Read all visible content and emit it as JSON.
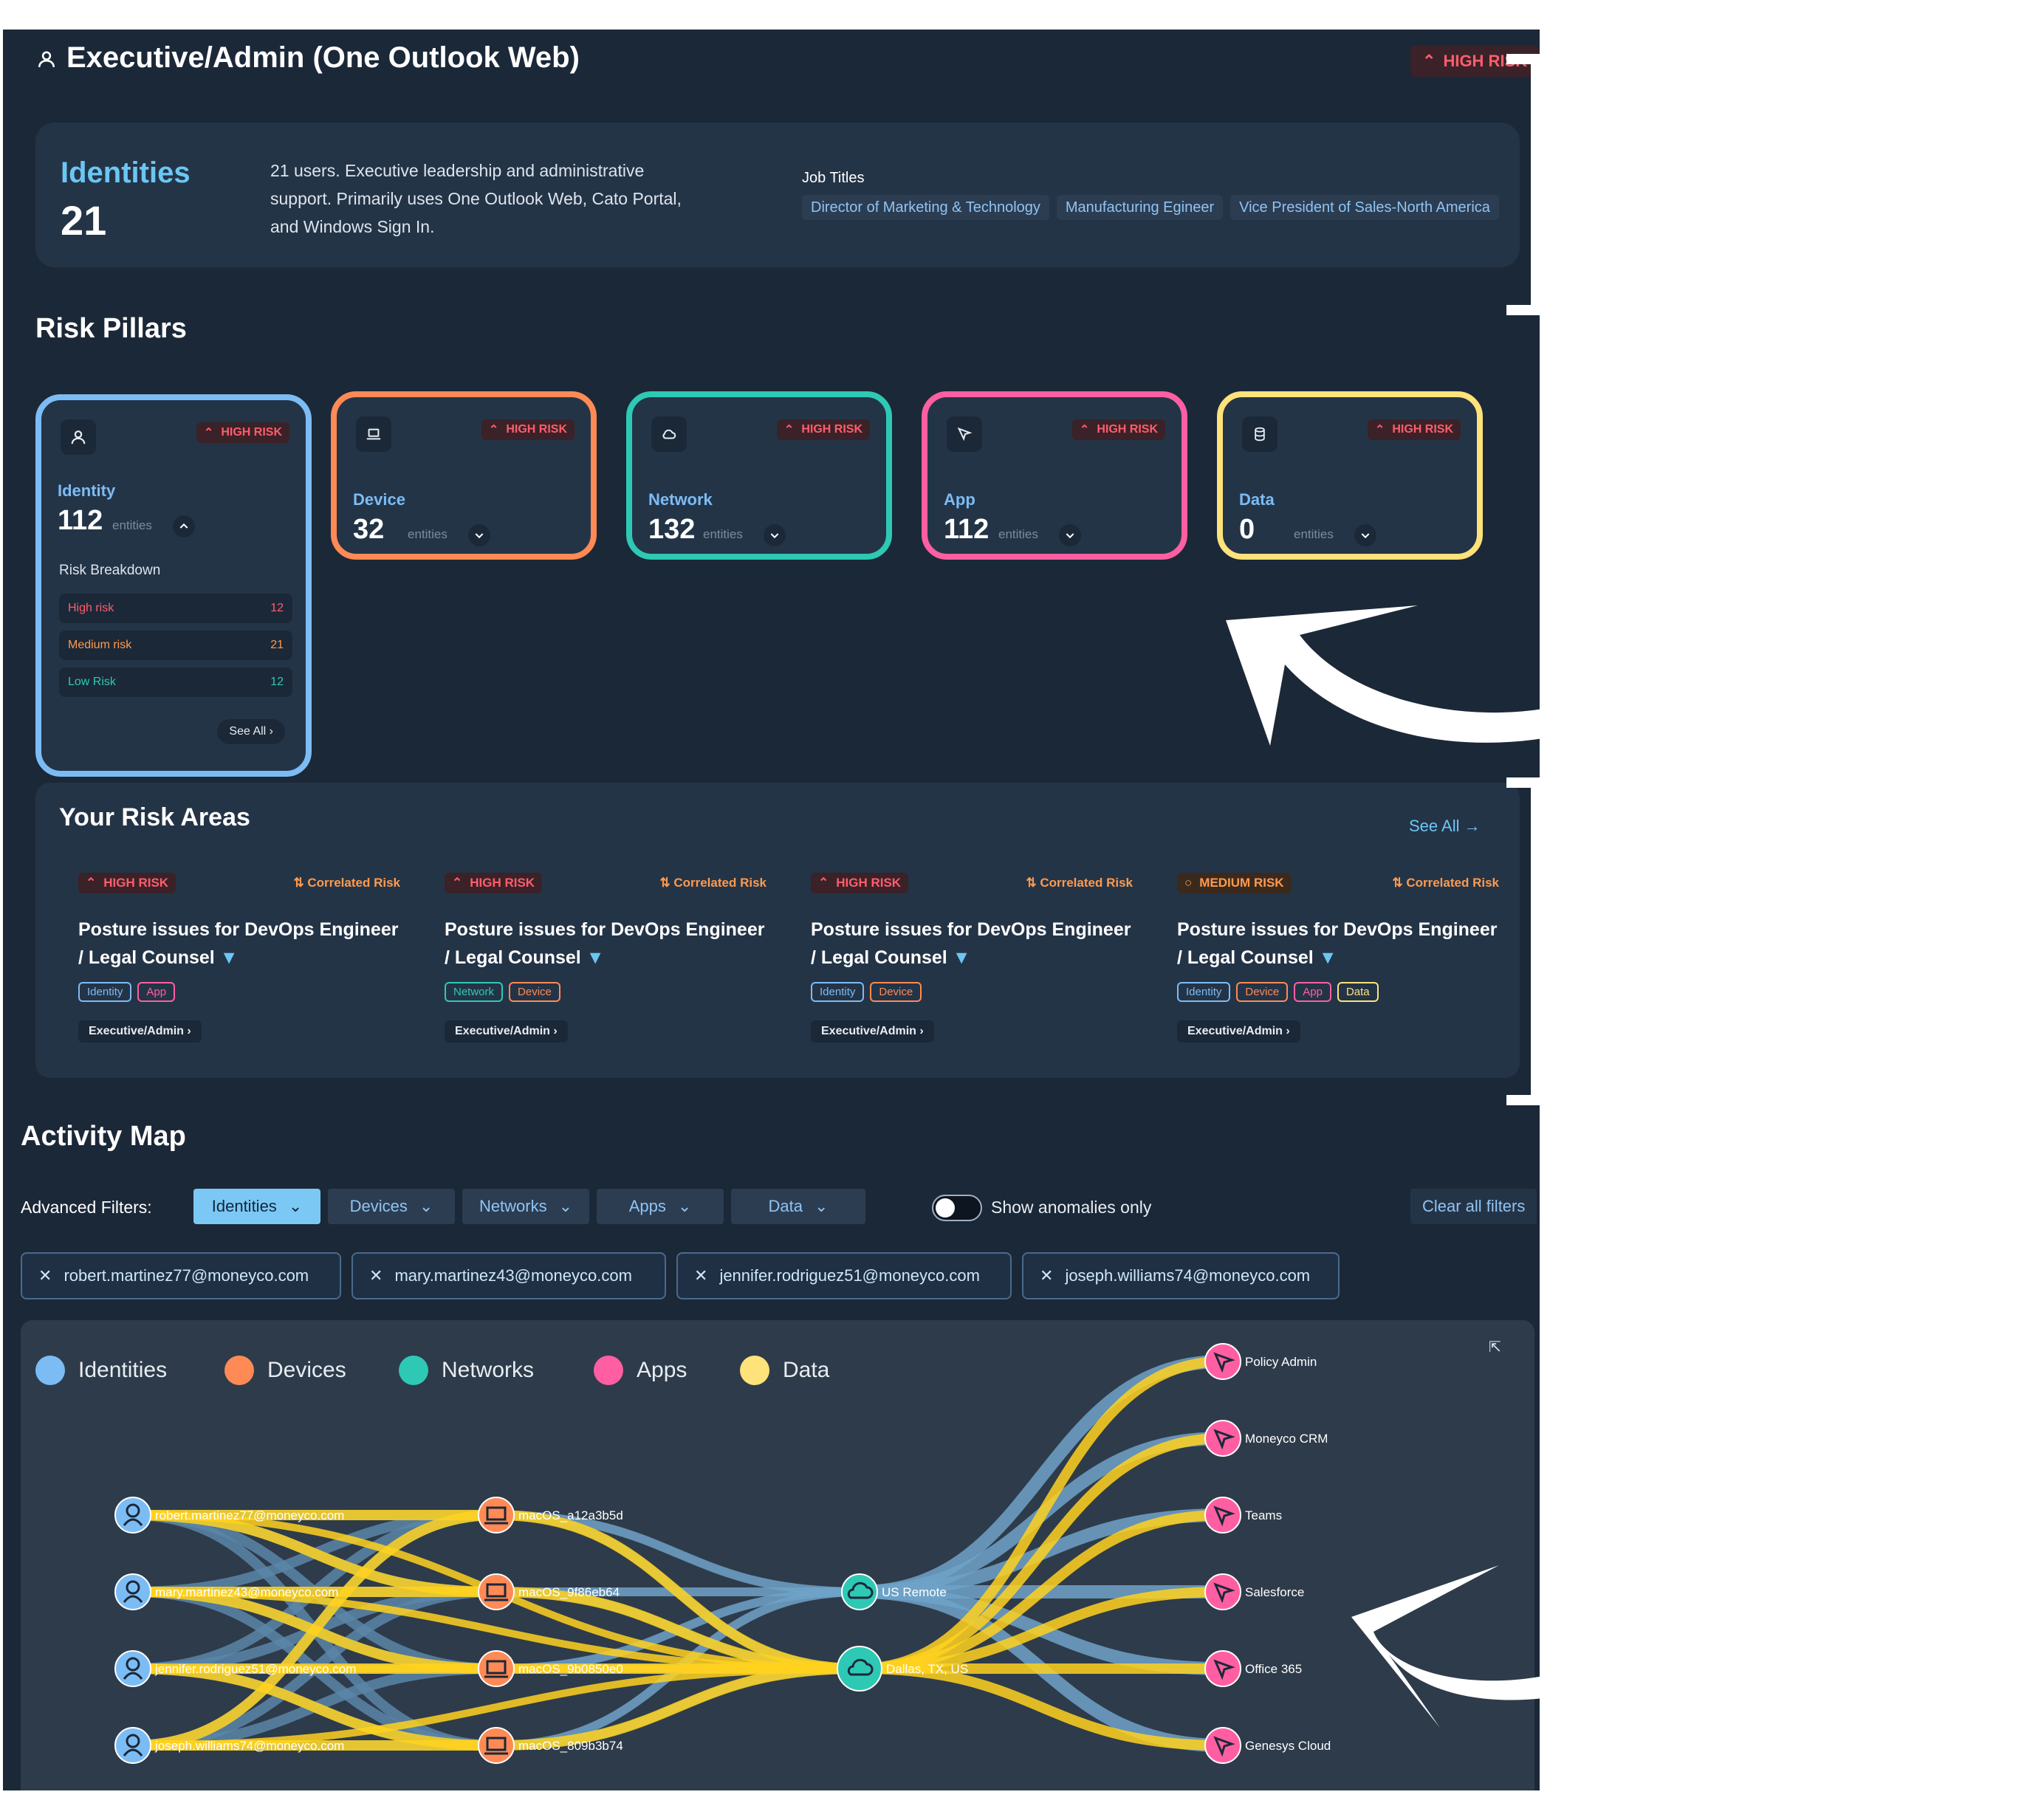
{
  "header": {
    "title": "Executive/Admin (One Outlook Web)",
    "risk": "HIGH RISK"
  },
  "identities": {
    "label": "Identities",
    "count": "21",
    "description": "21 users. Executive leadership and administrative support. Primarily uses One Outlook Web, Cato Portal, and Windows Sign In.",
    "job_titles_label": "Job Titles",
    "job_titles": [
      "Director of Marketing & Technology",
      "Manufacturing Egineer",
      "Vice President of Sales-North America"
    ]
  },
  "risk_pillars": {
    "title": "Risk Pillars",
    "entities_label": "entities",
    "items": [
      {
        "name": "Identity",
        "count": "112",
        "risk": "HIGH RISK",
        "color": "#7cbcf4",
        "icon": "user-icon"
      },
      {
        "name": "Device",
        "count": "32",
        "risk": "HIGH RISK",
        "color": "#ff8a55",
        "icon": "laptop-icon"
      },
      {
        "name": "Network",
        "count": "132",
        "risk": "HIGH RISK",
        "color": "#2ec9b4",
        "icon": "cloud-icon"
      },
      {
        "name": "App",
        "count": "112",
        "risk": "HIGH RISK",
        "color": "#ff5fa2",
        "icon": "cursor-icon"
      },
      {
        "name": "Data",
        "count": "0",
        "risk": "HIGH RISK",
        "color": "#ffe27a",
        "icon": "database-icon"
      }
    ],
    "breakdown": {
      "title": "Risk Breakdown",
      "rows": [
        {
          "label": "High risk",
          "value": "12",
          "color": "#ff5d6c"
        },
        {
          "label": "Medium risk",
          "value": "21",
          "color": "#ff9a4d"
        },
        {
          "label": "Low Risk",
          "value": "12",
          "color": "#2ec9b4"
        }
      ],
      "see_all": "See All"
    }
  },
  "risk_areas": {
    "title": "Your Risk Areas",
    "see_all": "See All",
    "cards": [
      {
        "risk": "HIGH RISK",
        "correlated": "Correlated Risk",
        "text": "Posture issues for DevOps Engineer / Legal Counsel",
        "tags": [
          "Identity",
          "App"
        ],
        "group": "Executive/Admin"
      },
      {
        "risk": "HIGH RISK",
        "correlated": "Correlated Risk",
        "text": "Posture issues for DevOps Engineer / Legal Counsel",
        "tags": [
          "Network",
          "Device"
        ],
        "group": "Executive/Admin"
      },
      {
        "risk": "HIGH RISK",
        "correlated": "Correlated Risk",
        "text": "Posture issues for DevOps Engineer / Legal Counsel",
        "tags": [
          "Identity",
          "Device"
        ],
        "group": "Executive/Admin"
      },
      {
        "risk": "MEDIUM RISK",
        "correlated": "Correlated Risk",
        "text": "Posture issues for DevOps Engineer / Legal Counsel",
        "tags": [
          "Identity",
          "Device",
          "App",
          "Data"
        ],
        "group": "Executive/Admin"
      }
    ]
  },
  "activity_map": {
    "title": "Activity Map",
    "filters_label": "Advanced Filters:",
    "filters": [
      "Identities",
      "Devices",
      "Networks",
      "Apps",
      "Data"
    ],
    "anomalies_label": "Show anomalies only",
    "clear_label": "Clear all filters",
    "active_filters": [
      "robert.martinez77@moneyco.com",
      "mary.martinez43@moneyco.com",
      "jennifer.rodriguez51@moneyco.com",
      "joseph.williams74@moneyco.com"
    ],
    "legend": [
      {
        "label": "Identities",
        "color": "#7cbcf4"
      },
      {
        "label": "Devices",
        "color": "#ff8a55"
      },
      {
        "label": "Networks",
        "color": "#2ec9b4"
      },
      {
        "label": "Apps",
        "color": "#ff5fa2"
      },
      {
        "label": "Data",
        "color": "#ffe27a"
      }
    ],
    "identities": [
      "robert.martinez77@moneyco.com",
      "mary.martinez43@moneyco.com",
      "jennifer.rodriguez51@moneyco.com",
      "joseph.williams74@moneyco.com"
    ],
    "devices": [
      "macOS_a12a3b5d",
      "macOS_9f86eb64",
      "macOS_9b0850e0",
      "macOS_809b3b74"
    ],
    "networks": [
      "US Remote",
      "Dallas, TX, US"
    ],
    "apps": [
      "Policy Admin",
      "Moneyco CRM",
      "Teams",
      "Salesforce",
      "Office 365",
      "Genesys Cloud"
    ]
  }
}
